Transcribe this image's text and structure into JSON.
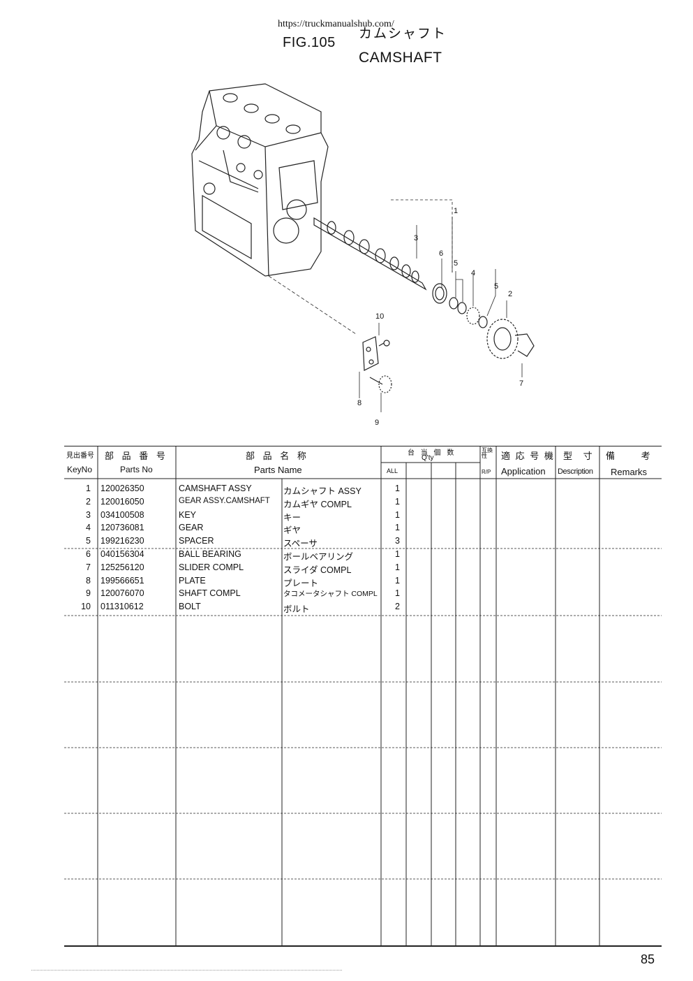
{
  "header": {
    "url": "https://truckmanualshub.com/",
    "fig_label": "FIG.105",
    "title_jp": "カムシャフト",
    "title_en": "CAMSHAFT"
  },
  "diagram": {
    "callouts": [
      "1",
      "2",
      "3",
      "4",
      "5",
      "5",
      "6",
      "7",
      "8",
      "9",
      "10"
    ]
  },
  "table": {
    "headers_jp": {
      "key": "見出番号",
      "parts_no": "部 品 番 号",
      "parts_name": "部 品 名 称",
      "qty": "台 当 個 数",
      "rp": "互換性",
      "application": "適 応 号 機",
      "description": "型 寸",
      "remarks": "備 考"
    },
    "headers_en": {
      "key": "KeyNo",
      "parts_no": "Parts No",
      "parts_name": "Parts Name",
      "qty": "Q'ty",
      "all": "ALL",
      "rp": "R/P",
      "application": "Application",
      "description": "Description",
      "remarks": "Remarks"
    },
    "rows": [
      {
        "key": "1",
        "no": "120026350",
        "en": "CAMSHAFT ASSY",
        "jp": "カムシャフト ASSY",
        "qty": "1"
      },
      {
        "key": "2",
        "no": "120016050",
        "en": "GEAR ASSY.CAMSHAFT",
        "jp": "カムギヤ COMPL",
        "qty": "1"
      },
      {
        "key": "3",
        "no": "034100508",
        "en": "KEY",
        "jp": "キー",
        "qty": "1"
      },
      {
        "key": "4",
        "no": "120736081",
        "en": "GEAR",
        "jp": "ギヤ",
        "qty": "1"
      },
      {
        "key": "5",
        "no": "199216230",
        "en": "SPACER",
        "jp": "スペーサ",
        "qty": "3"
      },
      {
        "key": "6",
        "no": "040156304",
        "en": "BALL BEARING",
        "jp": "ボールベアリング",
        "qty": "1"
      },
      {
        "key": "7",
        "no": "125256120",
        "en": "SLIDER COMPL",
        "jp": "スライダ COMPL",
        "qty": "1"
      },
      {
        "key": "8",
        "no": "199566651",
        "en": "PLATE",
        "jp": "プレート",
        "qty": "1"
      },
      {
        "key": "9",
        "no": "120076070",
        "en": "SHAFT COMPL",
        "jp": "タコメータシャフト COMPL",
        "qty": "1"
      },
      {
        "key": "10",
        "no": "011310612",
        "en": "BOLT",
        "jp": "ボルト",
        "qty": "2"
      }
    ]
  },
  "page_number": "85"
}
